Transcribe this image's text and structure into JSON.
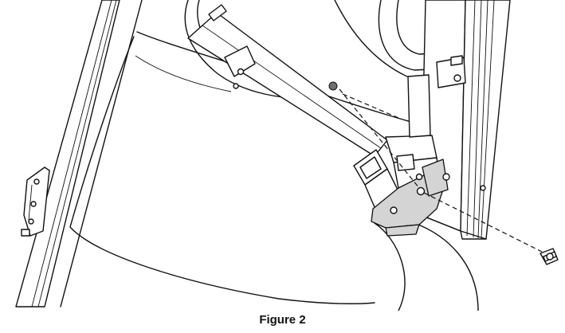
{
  "figure": {
    "caption": "Figure 2"
  },
  "colors": {
    "line": "#111111",
    "bracket_fill": "#d4d4d4",
    "background": "#ffffff"
  },
  "parts": [
    "left-roof-pillar",
    "right-roof-post",
    "seat-back",
    "seat-belt-webbing",
    "seat-belt-buckle-latch",
    "seat-belt-retractor-bracket",
    "mounting-bolt"
  ]
}
